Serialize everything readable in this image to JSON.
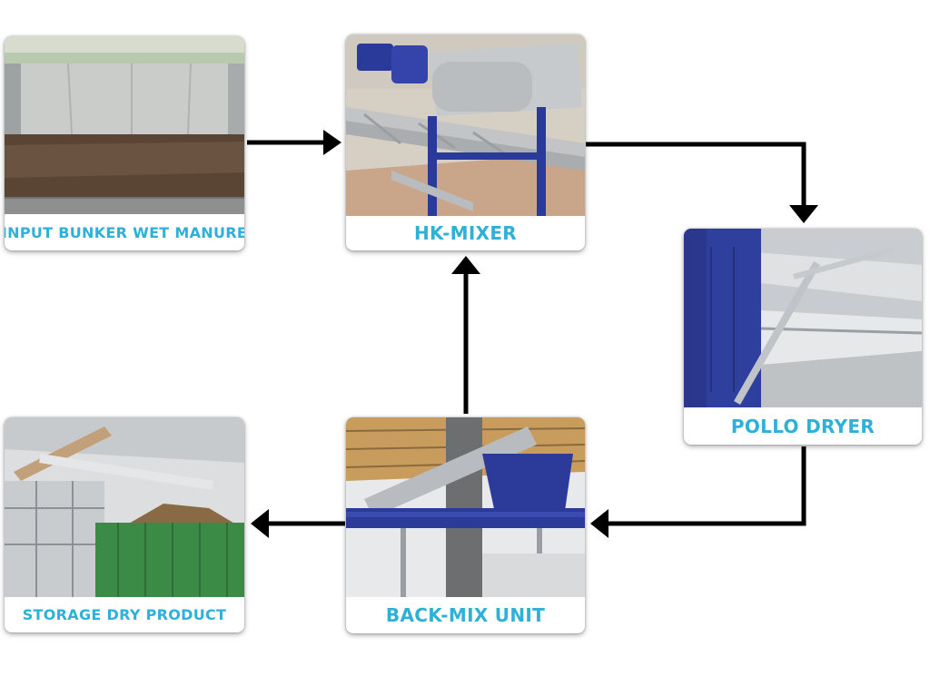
{
  "nodes": {
    "bunker": {
      "label": "INPUT BUNKER WET MANURE"
    },
    "mixer": {
      "label": "HK-MIXER"
    },
    "dryer": {
      "label": "POLLO DRYER"
    },
    "backmix": {
      "label": "BACK-MIX UNIT"
    },
    "storage": {
      "label": "STORAGE DRY PRODUCT"
    }
  },
  "colors": {
    "label_text": "#2fb0d6",
    "arrow": "#000000",
    "machine_blue": "#2a3a9a"
  }
}
